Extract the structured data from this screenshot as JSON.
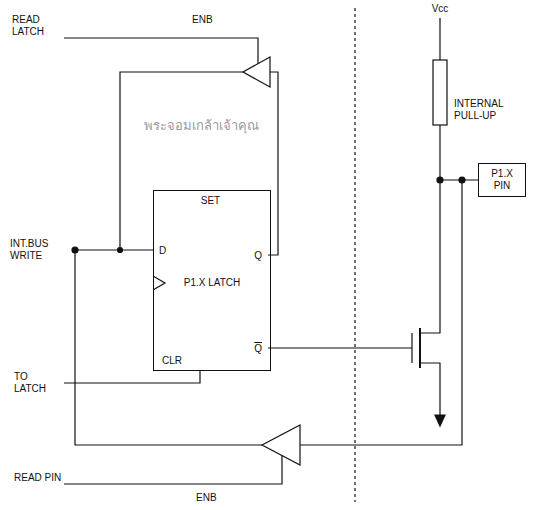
{
  "diagram": {
    "nodes": [
      {
        "text": [
          "SET",
          "D",
          "Q",
          "P1.X LATCH",
          "CLR",
          "Q"
        ]
      },
      {
        "text": [
          "P1.X PIN"
        ]
      }
    ],
    "labels": [
      "READ LATCH",
      "ENB",
      "INT.BUS WRITE",
      "TO LATCH",
      "READ PIN",
      "ENB",
      "Vcc",
      "INTERNAL PULL-UP",
      "พระจอมเกล้าเจ้าคุณ"
    ]
  }
}
